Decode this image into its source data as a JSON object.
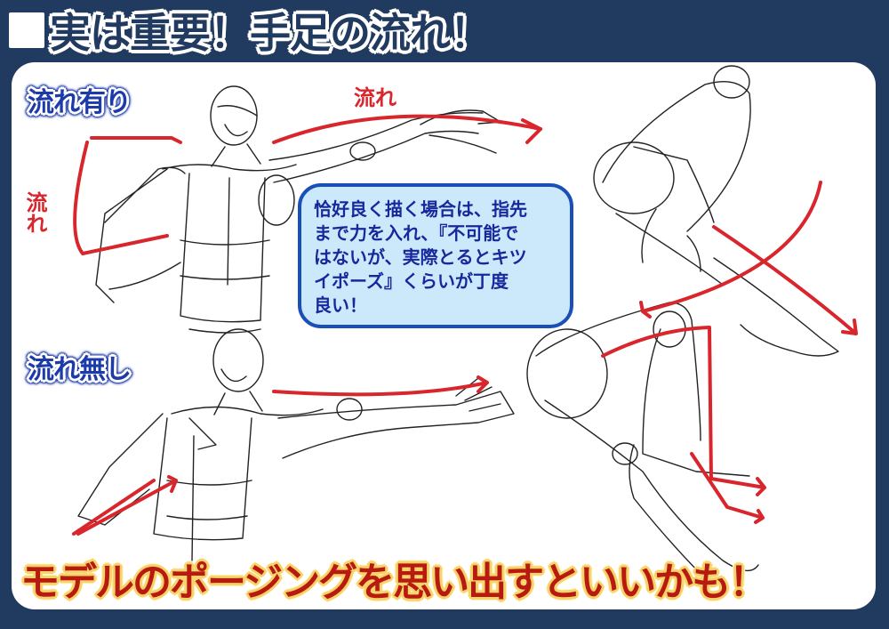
{
  "header": {
    "title": "実は重要！手足の流れ！",
    "title_marker_icon": "white-square"
  },
  "panel": {
    "section_with_flow": {
      "label": "流れ有り",
      "arrow_labels": [
        "流れ",
        "流れ"
      ]
    },
    "section_without_flow": {
      "label": "流れ無し"
    },
    "callout": {
      "text": "恰好良く描く場合は、指先\nまで力を入れ、『不可能で\nはないが、実際とるとキツ\nイポーズ』くらいが丁度\n良い！"
    },
    "figures": [
      {
        "name": "torso-arms-with-flow",
        "description": "upper body sketch with curved red flow arrows along both arms"
      },
      {
        "name": "torso-arms-without-flow",
        "description": "upper body sketch with straight red arrows along both arms"
      },
      {
        "name": "legs-with-flow",
        "description": "crossed legs sketch with curved red flow arrows"
      },
      {
        "name": "legs-without-flow",
        "description": "bent legs sketch with angular red arrows"
      }
    ],
    "bottom_caption": "モデルのポージングを思い出すといいかも！"
  },
  "colors": {
    "background_navy": "#213a60",
    "panel_white": "#ffffff",
    "label_blue": "#1c3aa8",
    "callout_fill": "#cce9fb",
    "callout_border": "#1b4fb8",
    "arrow_red": "#d8262c",
    "caption_red": "#b81a10",
    "caption_outline_yellow": "#f7d36b"
  }
}
